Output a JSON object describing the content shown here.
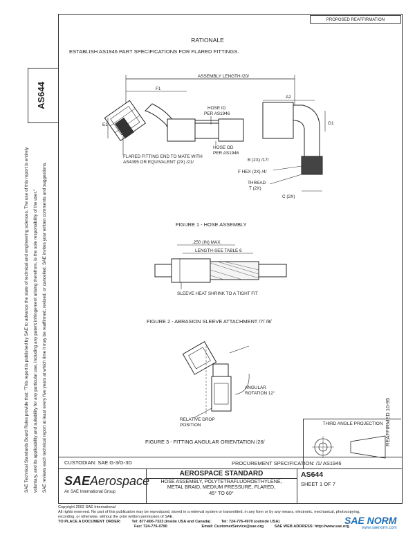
{
  "header": {
    "top_box_text": "PROPOSED REAFFIRMATION"
  },
  "side": {
    "doc_id": "AS644",
    "legal_lines": [
      "SAE Technical Standards Board Rules provide that: \"This report is published by SAE to advance the state of technical and engineering sciences. The use of this report is entirely",
      "voluntary, and its applicability and suitability for any particular use, including any patent infringement arising therefrom, is the sole responsibility of the user.\"",
      "SAE reviews each technical report at least every five years at which time it may be reaffirmed, revised, or cancelled. SAE invites your written comments and suggestions."
    ],
    "reaffirmed": "REAFFIRMED 10-95"
  },
  "rationale": {
    "title": "RATIONALE",
    "text": "ESTABLISH AS1946 PART SPECIFICATIONS FOR FLARED FITTINGS."
  },
  "figure1": {
    "caption": "FIGURE 1 - HOSE ASSEMBLY",
    "labels": {
      "assembly_length": "ASSEMBLY LENGTH /20/",
      "f1": "F1",
      "a2": "A2",
      "e1": "E1",
      "hose_id": "HOSE ID",
      "per_as1946_1": "PER AS1946",
      "hose_od": "HOSE OD",
      "per_as1946_2": "PER AS1946",
      "flared_fitting": "FLARED FITTING END TO MATE WITH",
      "as4395": "AS4395 OR EQUIVALENT (2X) /21/",
      "b_dim": "B (2X) /17/",
      "f_hex": "F HEX (2X) /4/",
      "thread": "THREAD",
      "t_2x": "T (2X)",
      "c_2x": "C (2X)",
      "g1": "G1"
    }
  },
  "figure2": {
    "caption": "FIGURE 2 - ABRASION SLEEVE ATTACHMENT /7/ /8/",
    "labels": {
      "max": ".250 (IN) MAX.",
      "length": "LENGTH-SEE TABLE 6",
      "sleeve": "SLEEVE HEAT SHRINK TO A TIGHT FIT"
    }
  },
  "figure3": {
    "caption": "FIGURE 3 - FITTING ANGULAR ORIENTATION /26/",
    "labels": {
      "angular": "ANGULAR",
      "rotation": "ROTATION 12°",
      "relative": "RELATIVE DROP",
      "position": "POSITION"
    }
  },
  "third_angle": {
    "title": "THIRD ANGLE PROJECTION"
  },
  "title_block": {
    "custodian": "CUSTODIAN: SAE G-3/G-3D",
    "procurement": "PROCUREMENT SPECIFICATION: /1/ AS1946",
    "logo_bold": "SAE",
    "logo_rest": "Aerospace",
    "logo_sub": "An SAE International Group",
    "standard_title": "AEROSPACE STANDARD",
    "description": [
      "HOSE ASSEMBLY, POLYTETRAFLUOROETHYLENE,",
      "METAL BRAID, MEDIUM PRESSURE, FLARED,",
      "45° TO 60°"
    ],
    "doc_no": "AS644",
    "sheet": "SHEET 1 OF 7"
  },
  "footer": {
    "copyright": "Copyright 2002 SAE International",
    "rights": "All rights reserved. No part of this publication may be reproduced, stored in a retrieval system or transmitted, in any form or by any means, electronic, mechanical, photocopying,",
    "rights2": "recording, or otherwise, without the prior written permission of SAE.",
    "to_place": "TO PLACE A DOCUMENT ORDER:",
    "tel1": "Tel: 877-606-7323 (inside USA and Canada)",
    "tel2": "Tel: 724-776-4970 (outside USA)",
    "fax": "Fax: 724-776-0790",
    "email": "Email: CustomerService@sae.org",
    "web": "SAE WEB ADDRESS: http://www.sae.org"
  },
  "watermark": {
    "brand": "SAE NORM",
    "site": "www.saenorm.com"
  }
}
